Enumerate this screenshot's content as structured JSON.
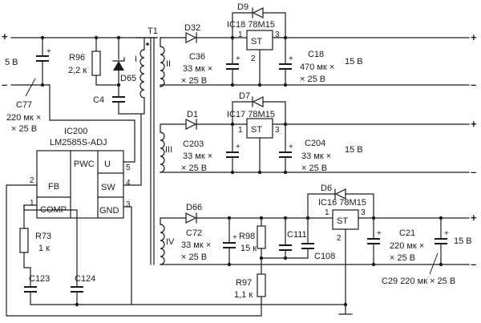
{
  "terminals": {
    "plus": "+",
    "minus": "–"
  },
  "input": {
    "voltage": "5 В"
  },
  "c77": {
    "ref": "C77",
    "value": "220 мк ×",
    "voltage": "× 25 В"
  },
  "r96": {
    "ref": "R96",
    "value": "2,2 к"
  },
  "d65": {
    "ref": "D65"
  },
  "c4": {
    "ref": "C4"
  },
  "t1": {
    "ref": "T1",
    "w1": "I",
    "w2": "II",
    "w3": "III",
    "w4": "IV"
  },
  "ic200": {
    "ref": "IC200",
    "part": "LM2585S-ADJ",
    "pwc": "PWC",
    "fb": "FB",
    "u": "U",
    "sw": "SW",
    "comp": "COMP",
    "gnd": "GND",
    "pin1": "1",
    "pin2": "2",
    "pin3": "3",
    "pin4": "4",
    "pin5": "5"
  },
  "r73": {
    "ref": "R73",
    "value": "1 к"
  },
  "c123": {
    "ref": "C123"
  },
  "c124": {
    "ref": "C124"
  },
  "ch1": {
    "diode_rect": "D32",
    "diode_bypass": "D9",
    "ic": "IC18 78M15",
    "cap_in": "C36",
    "cap_in_val": "33 мк ×",
    "cap_in_v": "× 25 В",
    "cap_out": "C18",
    "cap_out_val": "470 мк ×",
    "cap_out_v": "× 25 В",
    "out": "15 В"
  },
  "ch2": {
    "diode_rect": "D1",
    "diode_bypass": "D7",
    "ic": "IC17 78M15",
    "cap_in": "C203",
    "cap_in_val": "33 мк ×",
    "cap_in_v": "× 25 В",
    "cap_out": "C204",
    "cap_out_val": "33 мк ×",
    "cap_out_v": "× 25 В",
    "out": "15 В"
  },
  "ch3": {
    "diode_rect": "D66",
    "diode_bypass": "D6",
    "ic": "IC16 78M15",
    "cap_in": "C72",
    "cap_in_val": "33 мк ×",
    "cap_in_v": "× 25 В",
    "r98": "R98",
    "r98_val": "15 к",
    "r97": "R97",
    "r97_val": "1,1 к",
    "c111": "C111",
    "c108": "C108",
    "cap_out": "C21",
    "cap_out_val": "220 мк ×",
    "cap_out_v": "× 25 В",
    "c29": "C29 220 мк × 25 В",
    "out": "15 В"
  },
  "reg": {
    "st": "ST",
    "p1": "1",
    "p2": "2",
    "p3": "3"
  }
}
